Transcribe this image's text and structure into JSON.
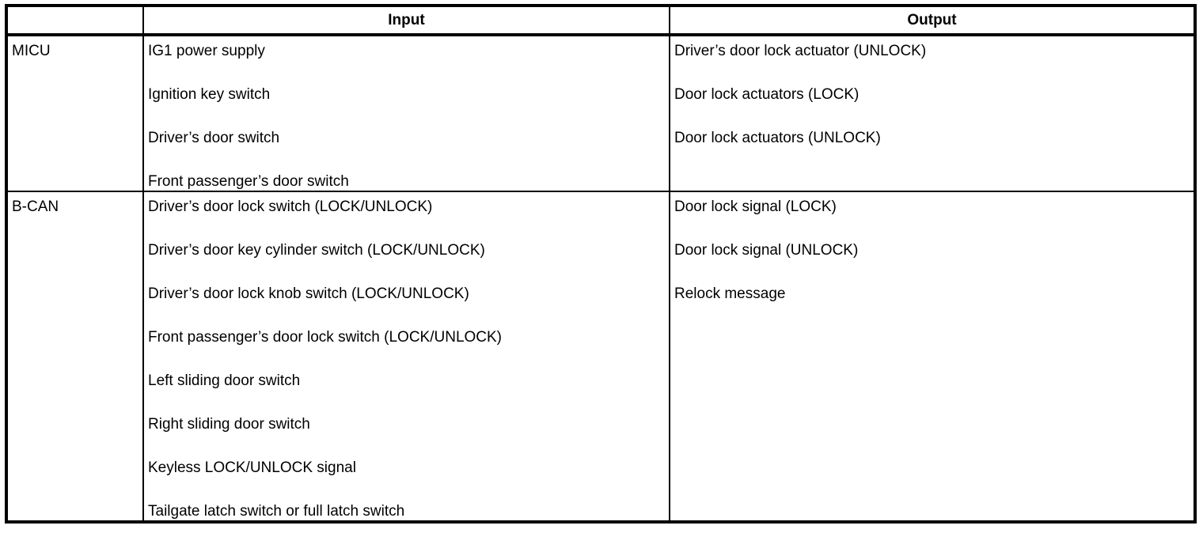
{
  "colors": {
    "border": "#000000",
    "text": "#000000",
    "background": "#ffffff"
  },
  "table": {
    "headers": [
      "",
      "Input",
      "Output"
    ],
    "rows": [
      {
        "label": "MICU",
        "input": [
          "IG1 power supply",
          "Ignition key switch",
          "Driver’s door switch",
          "Front passenger’s door switch"
        ],
        "output": [
          "Driver’s door lock actuator (UNLOCK)",
          "Door lock actuators (LOCK)",
          "Door lock actuators (UNLOCK)"
        ]
      },
      {
        "label": "B-CAN",
        "input": [
          "Driver’s door lock switch (LOCK/UNLOCK)",
          "Driver’s door key cylinder switch (LOCK/UNLOCK)",
          "Driver’s door lock knob switch (LOCK/UNLOCK)",
          "Front passenger’s door lock switch (LOCK/UNLOCK)",
          "Left sliding door switch",
          "Right sliding door switch",
          "Keyless LOCK/UNLOCK signal",
          "Tailgate latch switch or full latch switch"
        ],
        "output": [
          "Door lock signal (LOCK)",
          "Door lock signal (UNLOCK)",
          "Relock message"
        ]
      }
    ]
  }
}
